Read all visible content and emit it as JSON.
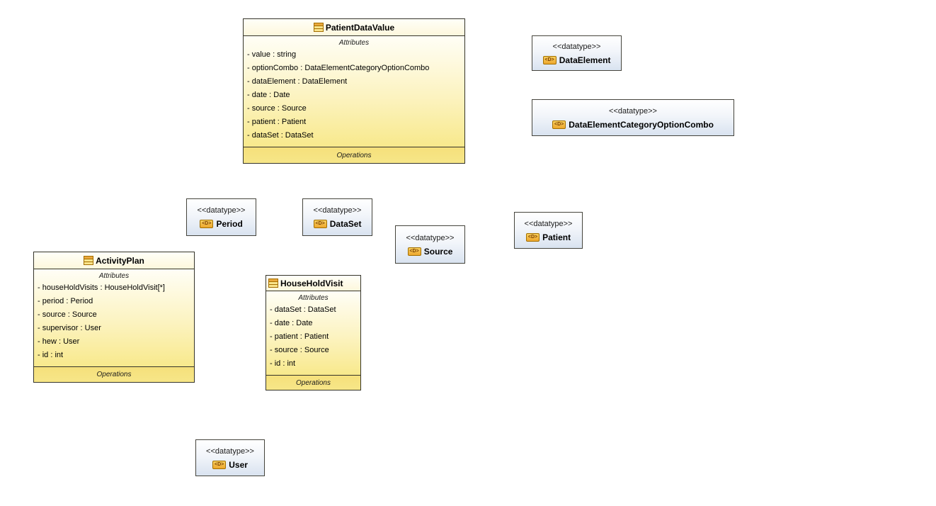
{
  "labels": {
    "attributes": "Attributes",
    "operations": "Operations",
    "stereotype": "<<datatype>>"
  },
  "icons": {
    "datatype_glyph": "<D>",
    "class_icon_name": "class-compartment-icon"
  },
  "colors": {
    "class_fill_top": "#FFFEF6",
    "class_fill_bottom": "#F8E98C",
    "operations_fill": "#F5E07B",
    "datatype_fill_bottom": "#D9E3F0",
    "node_border": "#35342A",
    "icon_gold": "#E9A83C"
  },
  "classes": [
    {
      "name": "PatientDataValue",
      "attributes": [
        "- value : string",
        "- optionCombo : DataElementCategoryOptionCombo",
        "- dataElement : DataElement",
        "- date : Date",
        "- source : Source",
        "- patient : Patient",
        "- dataSet : DataSet"
      ]
    },
    {
      "name": "ActivityPlan",
      "attributes": [
        "- houseHoldVisits : HouseHoldVisit[*]",
        "- period : Period",
        "- source : Source",
        "- supervisor : User",
        "- hew : User",
        "- id : int"
      ]
    },
    {
      "name": "HouseHoldVisit",
      "attributes": [
        "- dataSet : DataSet",
        "- date : Date",
        "- patient : Patient",
        "- source : Source",
        "- id : int"
      ]
    }
  ],
  "datatypes": [
    {
      "name": "DataElement"
    },
    {
      "name": "DataElementCategoryOptionCombo"
    },
    {
      "name": "Period"
    },
    {
      "name": "DataSet"
    },
    {
      "name": "Source"
    },
    {
      "name": "Patient"
    },
    {
      "name": "User"
    }
  ]
}
